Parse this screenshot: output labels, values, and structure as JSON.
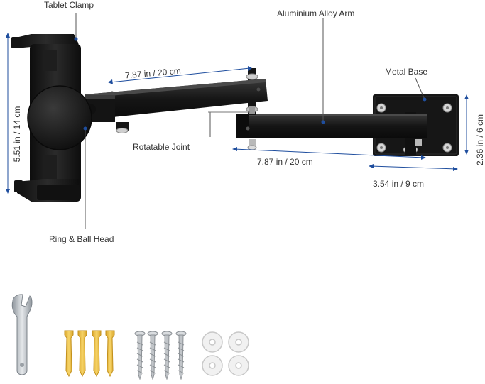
{
  "labels": {
    "tablet_clamp": "Tablet Clamp",
    "aluminium_arm": "Aluminium Alloy Arm",
    "metal_base": "Metal Base",
    "rotatable_joint": "Rotatable Joint",
    "ring_ball_head": "Ring & Ball Head"
  },
  "dimensions": {
    "clamp_height": "5.51 in / 14 cm",
    "upper_arm_length": "7.87 in / 20 cm",
    "lower_arm_length": "7.87 in / 20 cm",
    "base_width": "3.54 in / 9 cm",
    "base_height": "2.36 in / 6 cm"
  },
  "colors": {
    "product": "#1a1a1a",
    "dimension_line": "#1f4e9e",
    "label_text": "#333333",
    "anchor": "#f2c94c",
    "screw": "#b5b8bc",
    "washer": "#eeeeee"
  },
  "accessories": {
    "wrench_count": 1,
    "anchor_count": 4,
    "screw_count": 4,
    "washer_count": 4
  }
}
